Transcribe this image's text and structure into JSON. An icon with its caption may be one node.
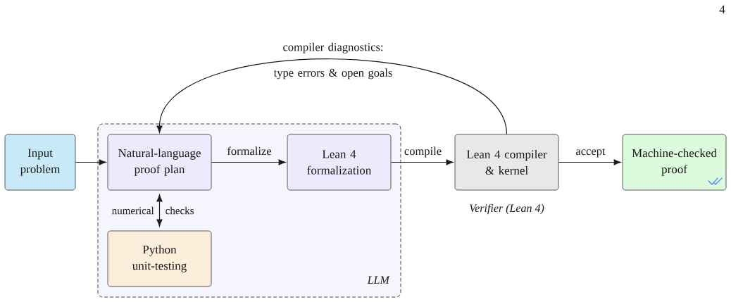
{
  "diagram": {
    "nodes": [
      {
        "text": [
          "Input problem"
        ]
      },
      {
        "text": [
          "LLM"
        ]
      },
      {
        "text": [
          "Natural-language proof plan"
        ],
        "in": 1
      },
      {
        "text": [
          "Lean 4 formalization"
        ],
        "in": 1
      },
      {
        "text": [
          "Python unit-testing"
        ],
        "in": 1
      },
      {
        "text": [
          "Lean 4 compiler & kernel"
        ],
        "beside": [
          "Verifier (Lean 4)"
        ]
      },
      {
        "text": [
          "Machine-checked proof"
        ]
      }
    ],
    "edges": [
      {
        "from": 0,
        "to": 2,
        "arrow": "to"
      },
      {
        "from": 2,
        "to": 3,
        "arrow": "to",
        "label": "formalize"
      },
      {
        "from": 3,
        "to": 5,
        "arrow": "to",
        "label": "compile"
      },
      {
        "from": 5,
        "to": 6,
        "arrow": "to",
        "label": "accept"
      },
      {
        "from": 2,
        "to": 4,
        "arrow": "both",
        "label": "numerical checks"
      },
      {
        "from": 5,
        "to": 2,
        "arrow": "to",
        "label": "compiler diagnostics: type errors & open goals"
      }
    ],
    "labels": [
      "4"
    ]
  }
}
